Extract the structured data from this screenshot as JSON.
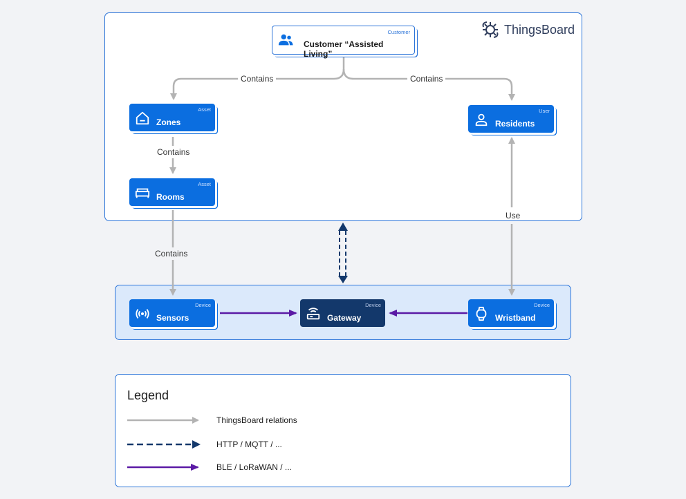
{
  "logo": {
    "text": "ThingsBoard",
    "icon": "thingsboard-logo-icon"
  },
  "nodes": {
    "customer": {
      "type": "Customer",
      "label": "Customer “Assisted Living”",
      "icon": "users-icon"
    },
    "zones": {
      "type": "Asset",
      "label": "Zones",
      "icon": "home-icon"
    },
    "rooms": {
      "type": "Asset",
      "label": "Rooms",
      "icon": "bed-icon"
    },
    "residents": {
      "type": "User",
      "label": "Residents",
      "icon": "person-icon"
    },
    "sensors": {
      "type": "Device",
      "label": "Sensors",
      "icon": "signal-icon"
    },
    "gateway": {
      "type": "Device",
      "label": "Gateway",
      "icon": "router-icon"
    },
    "wristband": {
      "type": "Device",
      "label": "Wristband",
      "icon": "watch-icon"
    }
  },
  "edges": {
    "customer_zones": "Contains",
    "customer_residents": "Contains",
    "zones_rooms": "Contains",
    "rooms_sensors": "Contains",
    "residents_wristband": "Use"
  },
  "legend": {
    "title": "Legend",
    "items": [
      {
        "style": "thingsboard-relation",
        "label": "ThingsBoard relations"
      },
      {
        "style": "http-mqtt",
        "label": "HTTP / MQTT / ..."
      },
      {
        "style": "ble-lorawan",
        "label": "BLE / LoRaWAN / ..."
      }
    ]
  },
  "colors": {
    "frame": "#2a73d8",
    "node": "#0b6ee0",
    "gateway": "#13386b",
    "relation": "#b3b3b3",
    "http": "#13386b",
    "ble": "#5b1aa5"
  }
}
